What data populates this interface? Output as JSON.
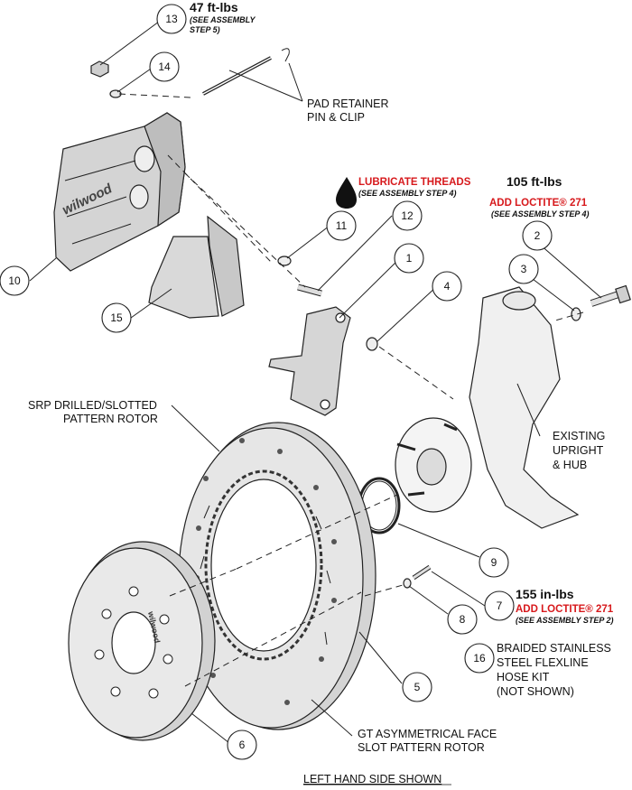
{
  "callouts": [
    {
      "num": "1"
    },
    {
      "num": "2"
    },
    {
      "num": "3"
    },
    {
      "num": "4"
    },
    {
      "num": "5"
    },
    {
      "num": "6"
    },
    {
      "num": "7"
    },
    {
      "num": "8"
    },
    {
      "num": "9"
    },
    {
      "num": "10"
    },
    {
      "num": "11"
    },
    {
      "num": "12"
    },
    {
      "num": "13"
    },
    {
      "num": "14"
    },
    {
      "num": "15"
    },
    {
      "num": "16"
    }
  ],
  "labels": {
    "torque_13": "47 ft-lbs",
    "torque_13_note_1": "(SEE ASSEMBLY",
    "torque_13_note_2": "STEP 5)",
    "pad_retainer_1": "PAD RETAINER",
    "pad_retainer_2": "PIN & CLIP",
    "lubricate": "LUBRICATE THREADS",
    "lubricate_note": "(SEE ASSEMBLY STEP 4)",
    "torque_2": "105 ft-lbs",
    "loctite_2": "ADD LOCTITE® 271",
    "loctite_2_note": "(SEE ASSEMBLY STEP 4)",
    "srp_1": "SRP DRILLED/SLOTTED",
    "srp_2": "PATTERN ROTOR",
    "existing_1": "EXISTING",
    "existing_2": "UPRIGHT",
    "existing_3": "& HUB",
    "torque_7": "155 in-lbs",
    "loctite_7": "ADD LOCTITE® 271",
    "loctite_7_note": "(SEE ASSEMBLY STEP 2)",
    "hose_1": "BRAIDED STAINLESS",
    "hose_2": "STEEL FLEXLINE",
    "hose_3": "HOSE KIT",
    "hose_4": "(NOT SHOWN)",
    "gt_1": "GT ASYMMETRICAL FACE",
    "gt_2": "SLOT PATTERN ROTOR",
    "footer": "LEFT HAND SIDE SHOWN"
  },
  "colors": {
    "accent_red": "#d7191c",
    "part_fill": "#d9d9d9",
    "line": "#222222"
  },
  "icons": {
    "lubricate": "oil-drop-icon"
  }
}
